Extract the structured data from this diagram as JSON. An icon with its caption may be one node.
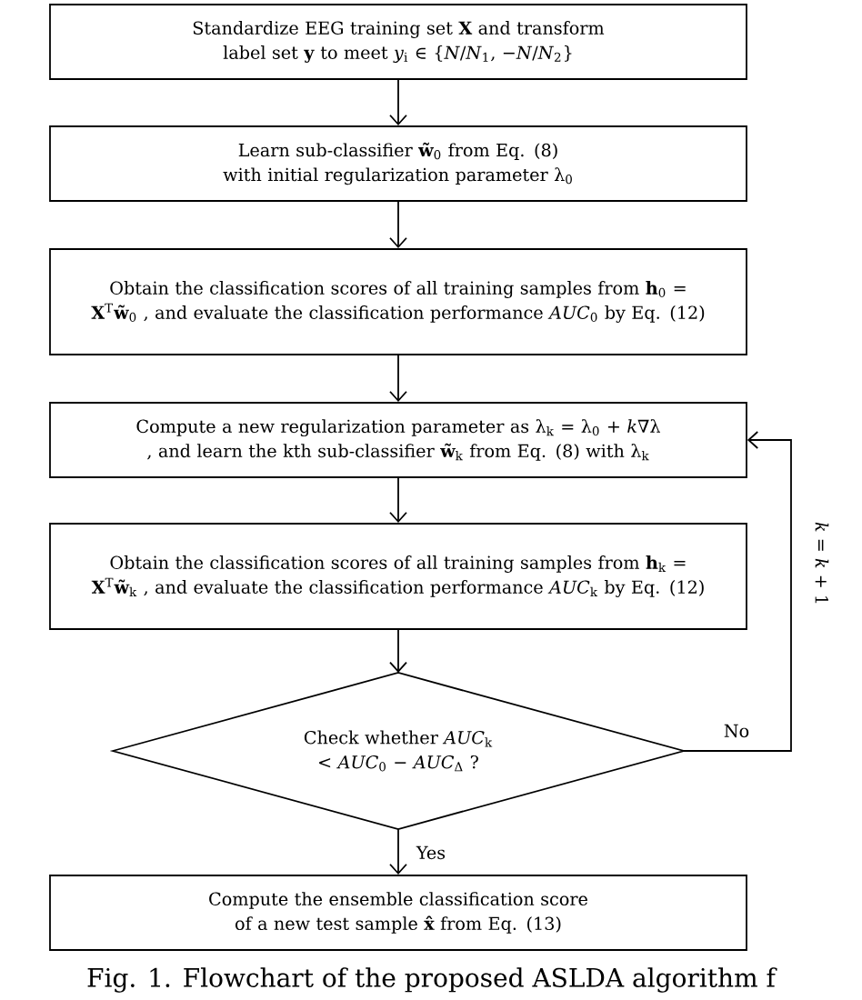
{
  "diagram": {
    "caption": "Fig. 1. Flowchart of the proposed ASLDA algorithm f",
    "nodes": [
      {
        "text": [
          "Standardize EEG training set **X** and transform label set **y** to meet *y*$_{i}$ ∈ {*N*/*N*$_{1}$, −*N*/*N*$_{2}$}"
        ]
      },
      {
        "text": [
          "Learn sub-classifier **w̃**$_{0}$ from Eq. (8) with initial regularization parameter λ$_{0}$"
        ]
      },
      {
        "text": [
          "Obtain the classification scores of all training samples from **h**$_{0}$ = **X**$^{T}$**w̃**$_{0}$ , and evaluate the classification performance *AUC*$_{0}$ by Eq. (12)"
        ]
      },
      {
        "text": [
          "Compute a new regularization parameter as λ$_{k}$ = λ$_{0}$ + *k*∇λ , and learn the kth sub-classifier **w̃**$_{k}$ from Eq. (8) with λ$_{k}$"
        ]
      },
      {
        "text": [
          "Obtain the classification scores of all training samples from **h**$_{k}$ = **X**$^{T}$**w̃**$_{k}$ , and evaluate the classification performance *AUC*$_{k}$ by Eq. (12)"
        ]
      },
      {
        "text": [
          "Check whether *AUC*$_{k}$ < *AUC*$_{0}$ − *AUC*$_{Δ}$ ?"
        ]
      },
      {
        "text": [
          "Compute the ensemble classification score of a new test sample **x̂** from Eq. (13)"
        ]
      }
    ],
    "edges": [
      {
        "from": 0,
        "to": 1,
        "arrow": "to"
      },
      {
        "from": 1,
        "to": 2,
        "arrow": "to"
      },
      {
        "from": 2,
        "to": 3,
        "arrow": "to"
      },
      {
        "from": 3,
        "to": 4,
        "arrow": "to"
      },
      {
        "from": 4,
        "to": 5,
        "arrow": "to"
      },
      {
        "from": 5,
        "to": 6,
        "arrow": "to",
        "label": "Yes"
      },
      {
        "from": 5,
        "to": 3,
        "arrow": "to",
        "label": "No"
      }
    ],
    "labels": [
      "*k* = *k* + 1"
    ]
  }
}
